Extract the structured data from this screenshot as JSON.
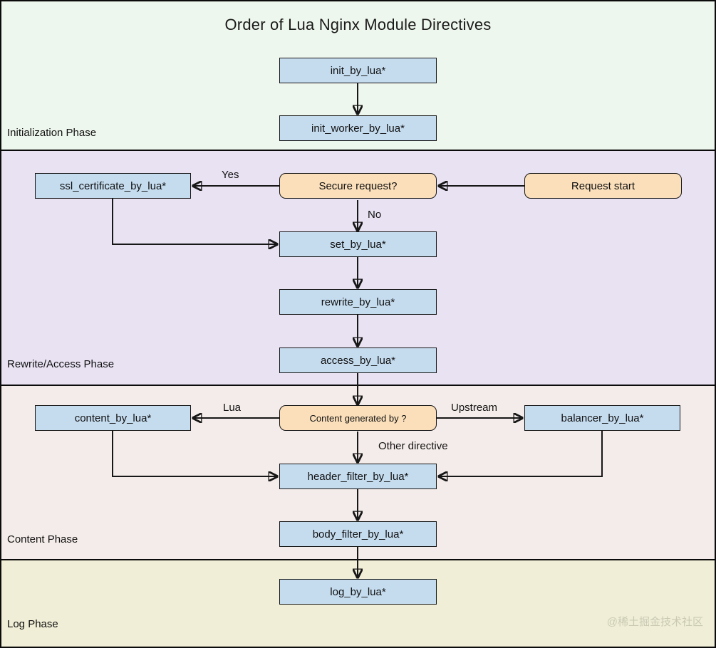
{
  "title": "Order of Lua Nginx Module Directives",
  "watermark": "@稀土掘金技术社区",
  "phases": [
    {
      "id": "initialization",
      "label": "Initialization Phase",
      "color": "#eef7ed"
    },
    {
      "id": "rewrite-access",
      "label": "Rewrite/Access Phase",
      "color": "#e9e2f3"
    },
    {
      "id": "content",
      "label": "Content Phase",
      "color": "#f4ecea"
    },
    {
      "id": "log",
      "label": "Log Phase",
      "color": "#f0eed6"
    }
  ],
  "colors": {
    "process_fill": "#c5dcef",
    "decision_fill": "#fadfba",
    "stroke": "#171717",
    "text": "#111111"
  },
  "nodes": [
    {
      "id": "init_by_lua",
      "label": "init_by_lua*",
      "type": "process",
      "phase": "initialization"
    },
    {
      "id": "init_worker_by_lua",
      "label": "init_worker_by_lua*",
      "type": "process",
      "phase": "initialization"
    },
    {
      "id": "request_start",
      "label": "Request start",
      "type": "terminal",
      "phase": "rewrite-access"
    },
    {
      "id": "secure_request",
      "label": "Secure request?",
      "type": "decision",
      "phase": "rewrite-access"
    },
    {
      "id": "ssl_certificate",
      "label": "ssl_certificate_by_lua*",
      "type": "process",
      "phase": "rewrite-access"
    },
    {
      "id": "set_by_lua",
      "label": "set_by_lua*",
      "type": "process",
      "phase": "rewrite-access"
    },
    {
      "id": "rewrite_by_lua",
      "label": "rewrite_by_lua*",
      "type": "process",
      "phase": "rewrite-access"
    },
    {
      "id": "access_by_lua",
      "label": "access_by_lua*",
      "type": "process",
      "phase": "rewrite-access"
    },
    {
      "id": "content_generated",
      "label": "Content generated by ?",
      "type": "decision",
      "phase": "content"
    },
    {
      "id": "content_by_lua",
      "label": "content_by_lua*",
      "type": "process",
      "phase": "content"
    },
    {
      "id": "balancer_by_lua",
      "label": "balancer_by_lua*",
      "type": "process",
      "phase": "content"
    },
    {
      "id": "header_filter_by_lua",
      "label": "header_filter_by_lua*",
      "type": "process",
      "phase": "content"
    },
    {
      "id": "body_filter_by_lua",
      "label": "body_filter_by_lua*",
      "type": "process",
      "phase": "content"
    },
    {
      "id": "log_by_lua",
      "label": "log_by_lua*",
      "type": "process",
      "phase": "log"
    }
  ],
  "edges": [
    {
      "from": "init_by_lua",
      "to": "init_worker_by_lua",
      "label": ""
    },
    {
      "from": "request_start",
      "to": "secure_request",
      "label": ""
    },
    {
      "from": "secure_request",
      "to": "ssl_certificate",
      "label": "Yes"
    },
    {
      "from": "secure_request",
      "to": "set_by_lua",
      "label": "No"
    },
    {
      "from": "ssl_certificate",
      "to": "set_by_lua",
      "label": ""
    },
    {
      "from": "set_by_lua",
      "to": "rewrite_by_lua",
      "label": ""
    },
    {
      "from": "rewrite_by_lua",
      "to": "access_by_lua",
      "label": ""
    },
    {
      "from": "access_by_lua",
      "to": "content_generated",
      "label": ""
    },
    {
      "from": "content_generated",
      "to": "content_by_lua",
      "label": "Lua"
    },
    {
      "from": "content_generated",
      "to": "balancer_by_lua",
      "label": "Upstream"
    },
    {
      "from": "content_generated",
      "to": "header_filter_by_lua",
      "label": "Other directive"
    },
    {
      "from": "content_by_lua",
      "to": "header_filter_by_lua",
      "label": ""
    },
    {
      "from": "balancer_by_lua",
      "to": "header_filter_by_lua",
      "label": ""
    },
    {
      "from": "header_filter_by_lua",
      "to": "body_filter_by_lua",
      "label": ""
    },
    {
      "from": "body_filter_by_lua",
      "to": "log_by_lua",
      "label": ""
    }
  ],
  "edge_labels": {
    "yes": "Yes",
    "no": "No",
    "lua": "Lua",
    "upstream": "Upstream",
    "other_directive": "Other directive"
  }
}
